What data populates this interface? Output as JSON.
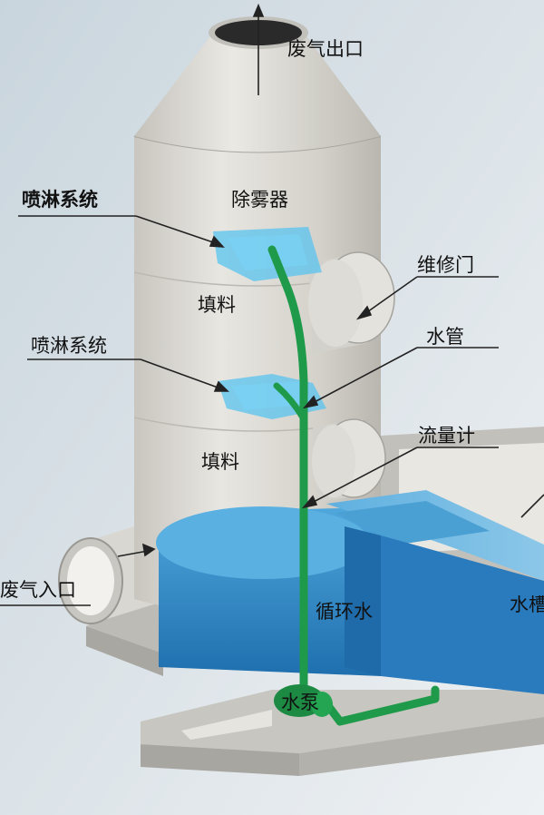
{
  "labels": {
    "exhaust_outlet": "废气出口",
    "spray_system_top": "喷淋系统",
    "demister": "除雾器",
    "packing_top": "填料",
    "access_door": "维修门",
    "spray_system_mid": "喷淋系统",
    "water_pipe": "水管",
    "packing_bottom": "填料",
    "flow_meter": "流量计",
    "exhaust_inlet": "废气入口",
    "circulating_water": "循环水",
    "water_tank": "水槽",
    "water_pump": "水泵"
  },
  "colors": {
    "background": "#dfe6ea",
    "tower_shell": "#d7d5cf",
    "water": "#2f86c4",
    "spray": "#58c3ef",
    "pipe": "#1f9a4a"
  }
}
